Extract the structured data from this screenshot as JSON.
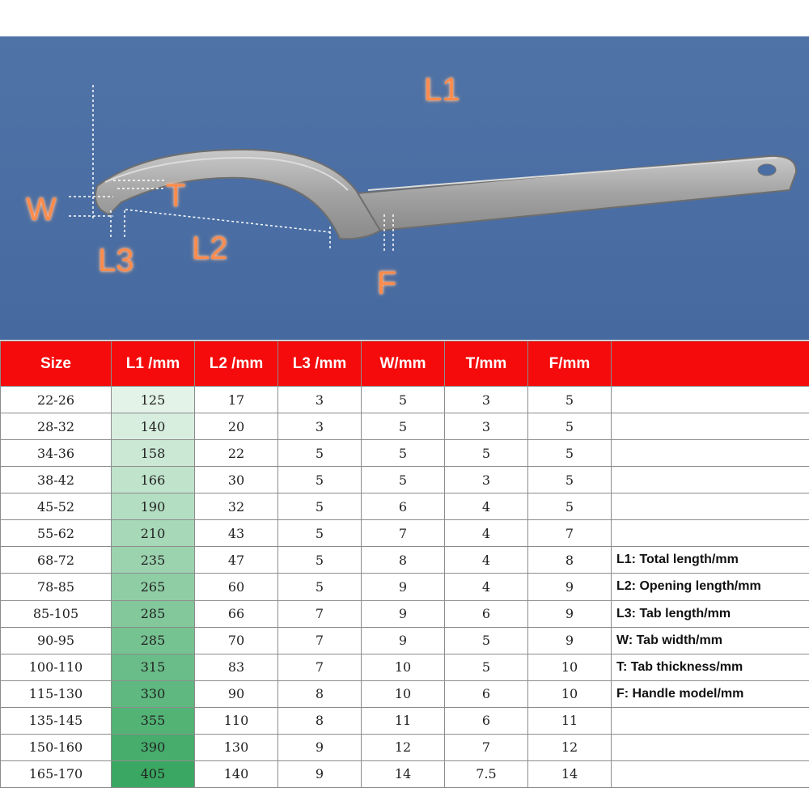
{
  "diagram": {
    "labels": {
      "L1": "L1",
      "W": "W",
      "T": "T",
      "L3": "L3",
      "L2": "L2",
      "F": "F"
    },
    "colors": {
      "background": "#4a6ea4",
      "label": "#ff8a4a",
      "wrench": "#a9a9a9"
    }
  },
  "table": {
    "colors": {
      "header_bg": "#f50b0b",
      "header_text": "#ffffff",
      "highlight_light": "#e3f3e8",
      "highlight_dark": "#3aa862"
    },
    "headers": [
      "Size",
      "L1 /mm",
      "L2 /mm",
      "L3 /mm",
      "W/mm",
      "T/mm",
      "F/mm",
      ""
    ],
    "rows": [
      [
        "22-26",
        "125",
        "17",
        "3",
        "5",
        "3",
        "5"
      ],
      [
        "28-32",
        "140",
        "20",
        "3",
        "5",
        "3",
        "5"
      ],
      [
        "34-36",
        "158",
        "22",
        "5",
        "5",
        "5",
        "5"
      ],
      [
        "38-42",
        "166",
        "30",
        "5",
        "5",
        "3",
        "5"
      ],
      [
        "45-52",
        "190",
        "32",
        "5",
        "6",
        "4",
        "5"
      ],
      [
        "55-62",
        "210",
        "43",
        "5",
        "7",
        "4",
        "7"
      ],
      [
        "68-72",
        "235",
        "47",
        "5",
        "8",
        "4",
        "8"
      ],
      [
        "78-85",
        "265",
        "60",
        "5",
        "9",
        "4",
        "9"
      ],
      [
        "85-105",
        "285",
        "66",
        "7",
        "9",
        "6",
        "9"
      ],
      [
        "90-95",
        "285",
        "70",
        "7",
        "9",
        "5",
        "9"
      ],
      [
        "100-110",
        "315",
        "83",
        "7",
        "10",
        "5",
        "10"
      ],
      [
        "115-130",
        "330",
        "90",
        "8",
        "10",
        "6",
        "10"
      ],
      [
        "135-145",
        "355",
        "110",
        "8",
        "11",
        "6",
        "11"
      ],
      [
        "150-160",
        "390",
        "130",
        "9",
        "12",
        "7",
        "12"
      ],
      [
        "165-170",
        "405",
        "140",
        "9",
        "14",
        "7.5",
        "14"
      ]
    ],
    "notes": [
      "",
      "",
      "",
      "",
      "",
      "",
      "L1: Total length/mm",
      "L2: Opening length/mm",
      "L3: Tab length/mm",
      "W: Tab width/mm",
      "T: Tab thickness/mm",
      "F: Handle model/mm",
      "",
      "",
      ""
    ]
  }
}
